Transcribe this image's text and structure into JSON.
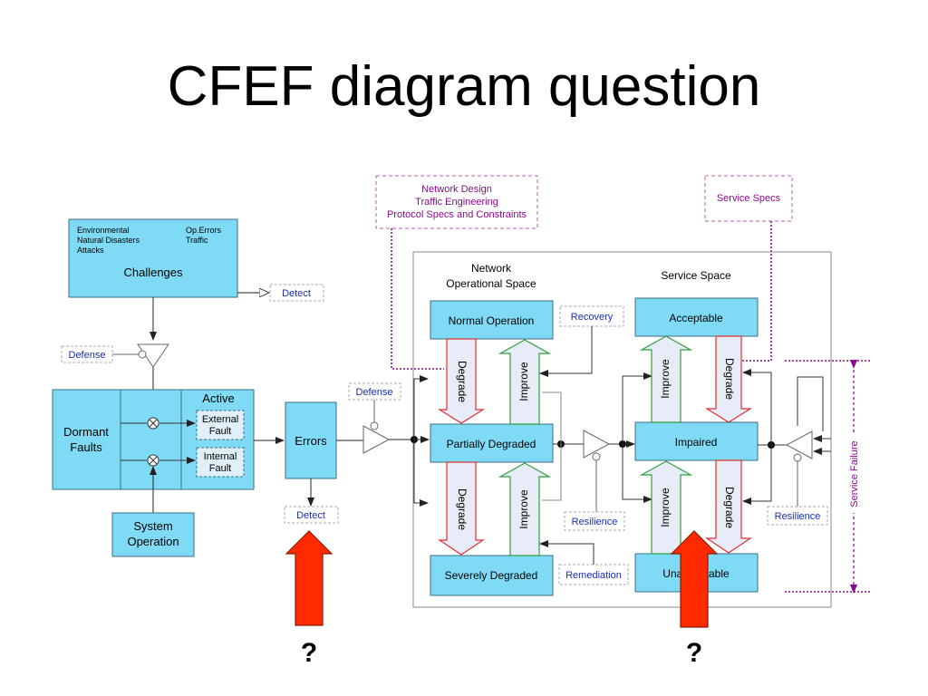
{
  "slide": {
    "title": "CFEF diagram question"
  },
  "colors": {
    "box_fill": "#7FDBF5",
    "box_stroke": "#3a6f84",
    "callout_text": "#1a2fb0",
    "purple": "#8B0A8B",
    "degrade": "#e03030",
    "improve": "#2e9e3a",
    "arrow_fill": "#e8ecf8",
    "red_arrow": "#FF2A00"
  },
  "annotations": {
    "network_design": [
      "Network Design",
      "Traffic Engineering",
      "Protocol Specs and Constraints"
    ],
    "service_specs": "Service Specs",
    "service_failure": "Service Failure"
  },
  "challenges": {
    "col1": [
      "Environmental",
      "Natural Disasters",
      "Attacks"
    ],
    "col2": [
      "Op.Errors",
      "Traffic"
    ],
    "title": "Challenges"
  },
  "labels": {
    "detect_top": "Detect",
    "defense_left": "Defense",
    "defense_mid": "Defense",
    "dormant": [
      "Dormant",
      "Faults"
    ],
    "active": "Active",
    "external": [
      "External",
      "Fault"
    ],
    "internal": [
      "Internal",
      "Fault"
    ],
    "system_operation": [
      "System",
      "Operation"
    ],
    "errors": "Errors",
    "detect_bottom": "Detect",
    "network_space": [
      "Network",
      "Operational Space"
    ],
    "service_space": "Service Space",
    "normal_operation": "Normal Operation",
    "partially_degraded": "Partially Degraded",
    "severely_degraded": "Severely Degraded",
    "acceptable": "Acceptable",
    "impaired": "Impaired",
    "unacceptable": "Unacceptable",
    "recovery": "Recovery",
    "resilience_mid": "Resilience",
    "resilience_right": "Resilience",
    "remediation": "Remediation",
    "degrade": "Degrade",
    "improve": "Improve"
  },
  "question_marks": [
    "?",
    "?"
  ]
}
